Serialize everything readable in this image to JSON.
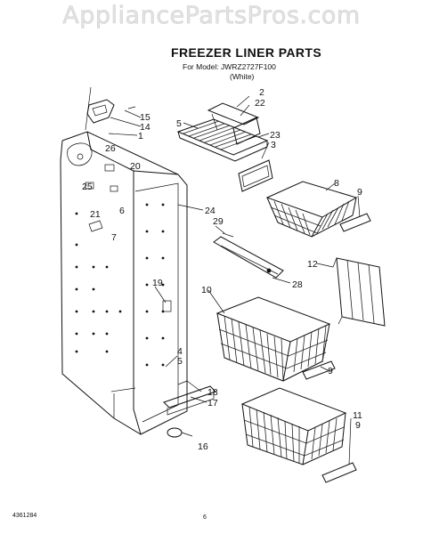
{
  "watermark": "AppliancePartsPros.com",
  "title": "FREEZER LINER PARTS",
  "model_line": "For Model: JWRZ2727F100",
  "color_line": "(White)",
  "footer_left": "4361284",
  "footer_page": "6",
  "callouts": [
    "2",
    "22",
    "5",
    "23",
    "3",
    "8",
    "9",
    "15",
    "14",
    "1",
    "26",
    "20",
    "25",
    "21",
    "7",
    "6",
    "24",
    "29",
    "12",
    "19",
    "28",
    "10",
    "4",
    "5",
    "9",
    "18",
    "17",
    "11",
    "9",
    "16"
  ]
}
